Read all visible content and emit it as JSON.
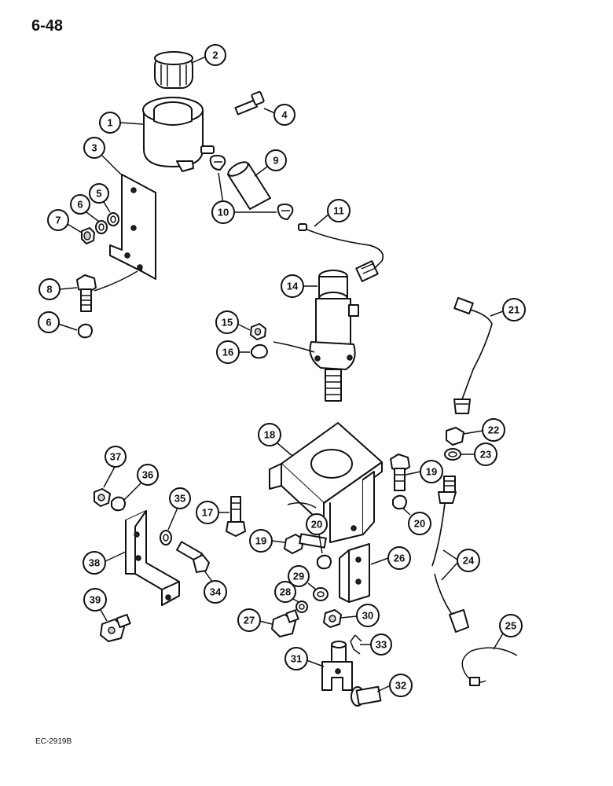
{
  "page": {
    "number": "6-48",
    "code": "EC-2919B"
  },
  "callouts": [
    {
      "id": "c1",
      "label": "1"
    },
    {
      "id": "c2",
      "label": "2"
    },
    {
      "id": "c3",
      "label": "3"
    },
    {
      "id": "c4",
      "label": "4"
    },
    {
      "id": "c5",
      "label": "5"
    },
    {
      "id": "c6a",
      "label": "6"
    },
    {
      "id": "c6b",
      "label": "6"
    },
    {
      "id": "c7",
      "label": "7"
    },
    {
      "id": "c8",
      "label": "8"
    },
    {
      "id": "c9",
      "label": "9"
    },
    {
      "id": "c10",
      "label": "10"
    },
    {
      "id": "c11",
      "label": "11"
    },
    {
      "id": "c14",
      "label": "14"
    },
    {
      "id": "c15",
      "label": "15"
    },
    {
      "id": "c16",
      "label": "16"
    },
    {
      "id": "c17",
      "label": "17"
    },
    {
      "id": "c18",
      "label": "18"
    },
    {
      "id": "c19a",
      "label": "19"
    },
    {
      "id": "c19b",
      "label": "19"
    },
    {
      "id": "c20a",
      "label": "20"
    },
    {
      "id": "c20b",
      "label": "20"
    },
    {
      "id": "c21",
      "label": "21"
    },
    {
      "id": "c22",
      "label": "22"
    },
    {
      "id": "c23",
      "label": "23"
    },
    {
      "id": "c24",
      "label": "24"
    },
    {
      "id": "c25",
      "label": "25"
    },
    {
      "id": "c26",
      "label": "26"
    },
    {
      "id": "c27",
      "label": "27"
    },
    {
      "id": "c28",
      "label": "28"
    },
    {
      "id": "c29",
      "label": "29"
    },
    {
      "id": "c30",
      "label": "30"
    },
    {
      "id": "c31",
      "label": "31"
    },
    {
      "id": "c32",
      "label": "32"
    },
    {
      "id": "c33",
      "label": "33"
    },
    {
      "id": "c34",
      "label": "34"
    },
    {
      "id": "c35",
      "label": "35"
    },
    {
      "id": "c36",
      "label": "36"
    },
    {
      "id": "c37",
      "label": "37"
    },
    {
      "id": "c38",
      "label": "38"
    },
    {
      "id": "c39",
      "label": "39"
    }
  ]
}
